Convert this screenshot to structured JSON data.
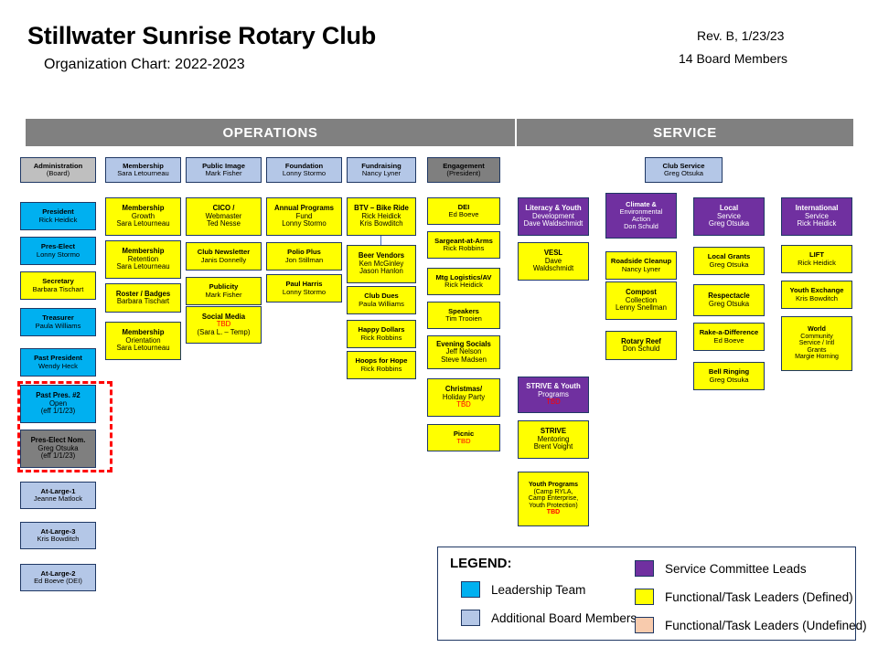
{
  "header": {
    "title": "Stillwater Sunrise Rotary Club",
    "subtitle": "Organization Chart:  2022-2023",
    "revision": "Rev. B, 1/23/23",
    "board_members": "14 Board Members"
  },
  "banners": {
    "operations": "OPERATIONS",
    "service": "SERVICE"
  },
  "colors": {
    "leadership_team": "#00b0f0",
    "additional_board": "#b4c7e7",
    "service_leads": "#7030a0",
    "task_defined": "#ffff00",
    "task_undefined": "#f8cbad",
    "banner": "#808080",
    "admin_header": "#bfbfbf",
    "engagement_header": "#7f7f7f",
    "tbd_text": "#ff0000",
    "box_border": "#1f3864",
    "dashed_highlight": "#ff0000"
  },
  "columns": {
    "administration": {
      "header": {
        "l1": "Administration",
        "l2": "(Board)",
        "color": "gray"
      },
      "boxes": [
        {
          "l1": "President",
          "l2": "Rick Heidick",
          "color": "blue"
        },
        {
          "l1": "Pres-Elect",
          "l2": "Lonny Stormo",
          "color": "blue"
        },
        {
          "l1": "Secretary",
          "l2": "Barbara Tischart",
          "color": "yellow"
        },
        {
          "l1": "Treasurer",
          "l2": "Paula Williams",
          "color": "blue"
        },
        {
          "l1": "Past President",
          "l2": "Wendy Heck",
          "color": "blue"
        },
        {
          "l1": "Past Pres. #2",
          "l2": "Open",
          "l3": "(eff 1/1/23)",
          "color": "blue"
        },
        {
          "l1": "Pres-Elect Nom.",
          "l2": "Greg Otsuka",
          "l3": "(eff 1/1/23)",
          "color": "dgray"
        },
        {
          "l1": "At-Large-1",
          "l2": "Jeanne Matlock",
          "color": "lblue"
        },
        {
          "l1": "At-Large-3",
          "l2": "Kris Bowditch",
          "color": "lblue"
        },
        {
          "l1": "At-Large-2",
          "l2": "Ed Boeve (DEI)",
          "color": "lblue"
        }
      ]
    },
    "membership": {
      "header": {
        "l1": "Membership",
        "l2": "Sara Letourneau",
        "color": "lblue"
      },
      "boxes": [
        {
          "l1": "Membership",
          "l2": "Growth",
          "l3": "Sara Letourneau",
          "color": "yellow"
        },
        {
          "l1": "Membership",
          "l2": "Retention",
          "l3": "Sara Letourneau",
          "color": "yellow"
        },
        {
          "l1": "Roster / Badges",
          "l2": "Barbara Tischart",
          "color": "yellow"
        },
        {
          "l1": "Membership",
          "l2": "Orientation",
          "l3": "Sara Letourneau",
          "color": "yellow"
        }
      ]
    },
    "public_image": {
      "header": {
        "l1": "Public Image",
        "l2": "Mark Fisher",
        "color": "lblue"
      },
      "boxes": [
        {
          "l1": "CICO /",
          "l2": "Webmaster",
          "l3": "Ted Nesse",
          "color": "yellow"
        },
        {
          "l1": "Club Newsletter",
          "l2": "Janis Donnelly",
          "color": "yellow"
        },
        {
          "l1": "Publicity",
          "l2": "Mark Fisher",
          "color": "yellow"
        },
        {
          "l1": "Social Media",
          "l2": "TBD",
          "l3": "(Sara L. – Temp)",
          "color": "yellow",
          "l2_tbd": true
        }
      ]
    },
    "foundation": {
      "header": {
        "l1": "Foundation",
        "l2": "Lonny Stormo",
        "color": "lblue"
      },
      "boxes": [
        {
          "l1": "Annual Programs",
          "l2": "Fund",
          "l3": "Lonny Stormo",
          "color": "yellow"
        },
        {
          "l1": "Polio Plus",
          "l2": "Jon Stillman",
          "color": "yellow"
        },
        {
          "l1": "Paul Harris",
          "l2": "Lonny Stormo",
          "color": "yellow"
        }
      ]
    },
    "fundraising": {
      "header": {
        "l1": "Fundraising",
        "l2": "Nancy Lyner",
        "color": "lblue"
      },
      "boxes": [
        {
          "l1": "BTV – Bike Ride",
          "l2": "Rick Heidick",
          "l3": "Kris Bowditch",
          "color": "yellow"
        },
        {
          "l1": "Beer Vendors",
          "l2": "Ken McGinley",
          "l3": "Jason Hanlon",
          "color": "yellow"
        },
        {
          "l1": "Club Dues",
          "l2": "Paula Williams",
          "color": "yellow"
        },
        {
          "l1": "Happy Dollars",
          "l2": "Rick Robbins",
          "color": "yellow"
        },
        {
          "l1": "Hoops for Hope",
          "l2": "Rick Robbins",
          "color": "yellow"
        }
      ]
    },
    "engagement": {
      "header": {
        "l1": "Engagement",
        "l2": "(President)",
        "color": "dgray"
      },
      "boxes": [
        {
          "l1": "DEI",
          "l2": "Ed Boeve",
          "color": "yellow"
        },
        {
          "l1": "Sargeant-at-Arms",
          "l2": "Rick Robbins",
          "color": "yellow"
        },
        {
          "l1": "Mtg Logistics/AV",
          "l2": "Rick Heidick",
          "color": "yellow"
        },
        {
          "l1": "Speakers",
          "l2": "Tim Trooien",
          "color": "yellow"
        },
        {
          "l1": "Evening Socials",
          "l2": "Jeff Nelson",
          "l3": "Steve Madsen",
          "color": "yellow"
        },
        {
          "l1": "Christmas/",
          "l2": "Holiday Party",
          "l3": "TBD",
          "color": "yellow",
          "l3_tbd": true
        },
        {
          "l1": "Picnic",
          "l2": "TBD",
          "color": "yellow",
          "l2_tbd": true
        }
      ]
    },
    "club_service": {
      "header": {
        "l1": "Club Service",
        "l2": "Greg Otsuka",
        "color": "lblue"
      }
    },
    "literacy": {
      "boxes": [
        {
          "l1": "Literacy & Youth",
          "l2": "Development",
          "l3": "Dave Waldschmidt",
          "color": "purple"
        },
        {
          "l1": "VESL",
          "l2": "Dave",
          "l3": "Waldschmidt",
          "color": "yellow"
        },
        {
          "l1": "STRIVE & Youth",
          "l2": "Programs",
          "l3": "TBD",
          "color": "purple",
          "l3_tbd": true
        },
        {
          "l1": "STRIVE",
          "l2": "Mentoring",
          "l3": "Brent Voight",
          "color": "yellow"
        },
        {
          "l1": "Youth Programs",
          "l2": "(Camp RYLA,",
          "l3": "Camp Enterprise,",
          "l4": "Youth Protection)",
          "l5": "TBD",
          "color": "yellow",
          "l5_tbd": true
        }
      ]
    },
    "climate": {
      "boxes": [
        {
          "l1": "Climate &",
          "l2": "Environmental",
          "l3": "Action",
          "l4": "Don Schuld",
          "color": "purple"
        },
        {
          "l1": "Roadside Cleanup",
          "l2": "Nancy Lyner",
          "color": "yellow"
        },
        {
          "l1": "Compost",
          "l2": "Collection",
          "l3": "Lenny Snellman",
          "color": "yellow"
        },
        {
          "l1": "Rotary Reef",
          "l2": "Don Schuld",
          "color": "yellow"
        }
      ]
    },
    "local_service": {
      "boxes": [
        {
          "l1": "Local",
          "l2": "Service",
          "l3": "Greg Otsuka",
          "color": "purple"
        },
        {
          "l1": "Local Grants",
          "l2": "Greg Otsuka",
          "color": "yellow"
        },
        {
          "l1": "Respectacle",
          "l2": "Greg Otsuka",
          "color": "yellow"
        },
        {
          "l1": "Rake-a-Difference",
          "l2": "Ed Boeve",
          "color": "yellow"
        },
        {
          "l1": "Bell Ringing",
          "l2": "Greg Otsuka",
          "color": "yellow"
        }
      ]
    },
    "international_service": {
      "boxes": [
        {
          "l1": "International",
          "l2": "Service",
          "l3": "Rick Heidick",
          "color": "purple"
        },
        {
          "l1": "LIFT",
          "l2": "Rick Heidick",
          "color": "yellow"
        },
        {
          "l1": "Youth Exchange",
          "l2": "Kris Bowditch",
          "color": "yellow"
        },
        {
          "l1": "World",
          "l2": "Community",
          "l3": "Service / Intl",
          "l4": "Grants",
          "l5": "Margie Horning",
          "color": "yellow"
        }
      ]
    }
  },
  "legend": {
    "title": "LEGEND:",
    "items": [
      {
        "label": "Leadership Team",
        "color": "blue"
      },
      {
        "label": "Additional Board Members",
        "color": "lblue"
      },
      {
        "label": "Service Committee  Leads",
        "color": "purple"
      },
      {
        "label": "Functional/Task Leaders (Defined)",
        "color": "yellow"
      },
      {
        "label": "Functional/Task Leaders (Undefined)",
        "color": "peach"
      }
    ]
  }
}
